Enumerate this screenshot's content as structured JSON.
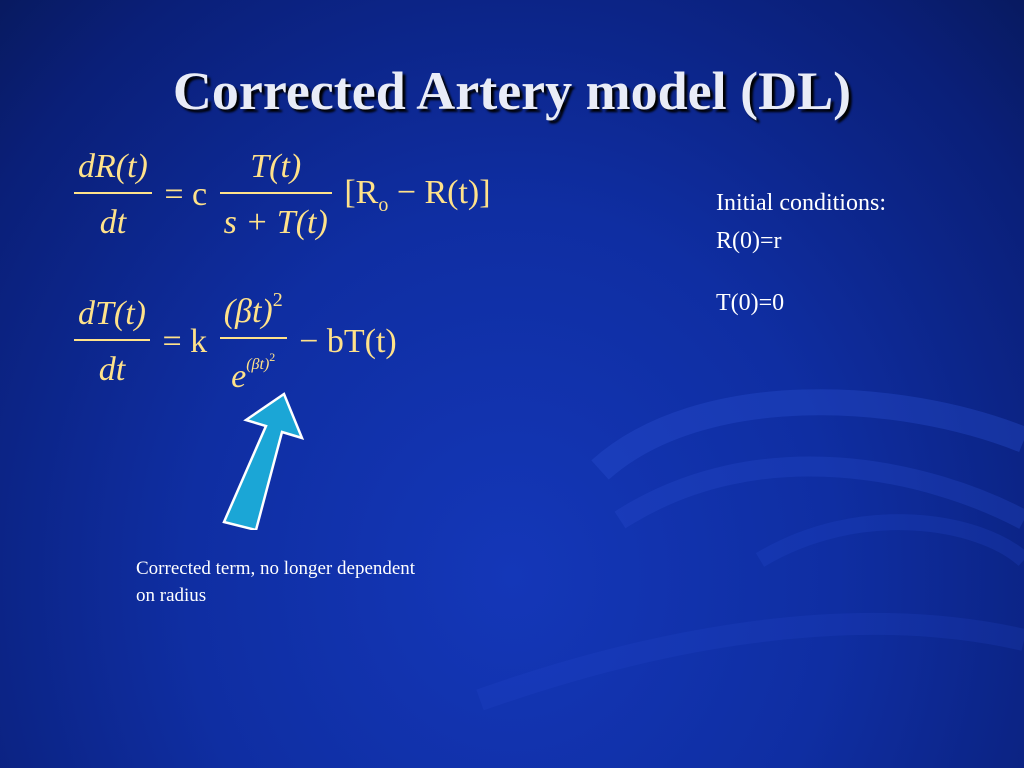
{
  "slide": {
    "title": "Corrected Artery model (DL)",
    "equation1": {
      "lhs_num": "dR(t)",
      "lhs_den": "dt",
      "equals_coef": "= c",
      "frac_num": "T(t)",
      "frac_den": "s + T(t)",
      "bracket_open": "[R",
      "bracket_sub": "o",
      "bracket_rest": " − R(t)]"
    },
    "equation2": {
      "lhs_num": "dT(t)",
      "lhs_den": "dt",
      "equals_coef": "= k",
      "frac_num": "(βt)",
      "frac_num_sup": "2",
      "frac_den_base": "e",
      "frac_den_exp": "(βt)",
      "frac_den_exp_sup": "2",
      "tail": "− bT(t)"
    },
    "initial_conditions": {
      "heading": "Initial conditions:",
      "r_condition": "R(0)=r",
      "t_condition": "T(0)=0"
    },
    "annotation": {
      "note": "Corrected term, no longer dependent on radius"
    },
    "colors": {
      "background": "#0f2ea2",
      "equation": "#ffe28a",
      "arrow_fill": "#1ba6d6",
      "text": "#ffffff"
    }
  }
}
